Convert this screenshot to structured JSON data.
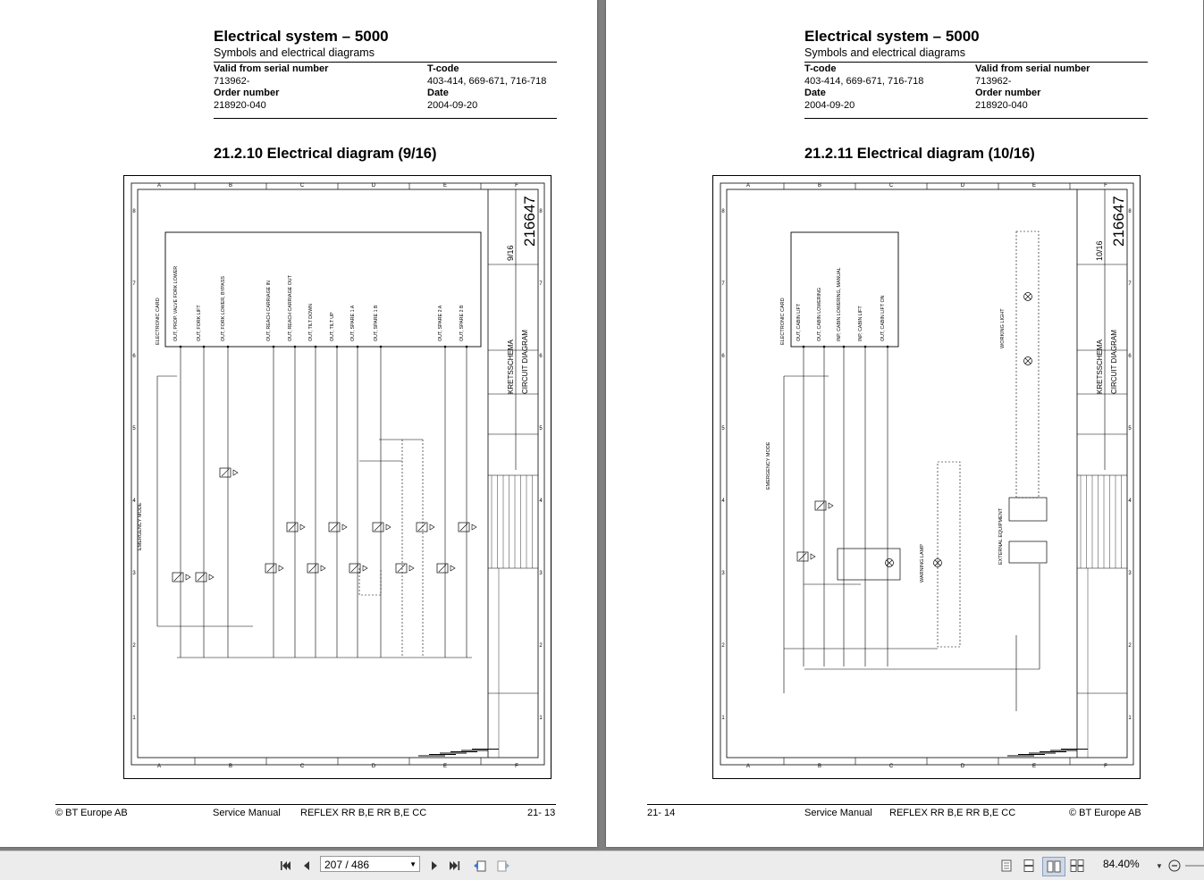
{
  "left_page": {
    "header": {
      "title": "Electrical system – 5000",
      "subtitle": "Symbols and electrical diagrams",
      "c1_label": "Valid from serial number",
      "c1_value": "713962-",
      "c2_label": "T-code",
      "c2_value": "403-414, 669-671, 716-718",
      "c3_label": "Order number",
      "c3_value": "218920-040",
      "c4_label": "Date",
      "c4_value": "2004-09-20"
    },
    "section_title": "21.2.10 Electrical diagram (9/16)",
    "diagram": {
      "drawing_number": "216647",
      "sheet": "9/16",
      "title_sv": "KRETSSCHEMA",
      "title_en": "CIRCUIT DIAGRAM",
      "column_letters": [
        "A",
        "B",
        "C",
        "D",
        "E",
        "F"
      ],
      "row_numbers": [
        "8",
        "7",
        "6",
        "5",
        "4",
        "3",
        "2",
        "1"
      ],
      "card_label": "ELECTRONIC CARD",
      "outputs": [
        "OUT, PROP. VALVE FORK LOWER",
        "OUT, FORK LIFT",
        "OUT, FORK LOWER, BYPASS",
        "OUT, REACH CARRIAGE IN",
        "OUT, REACH CARRIAGE OUT",
        "OUT, TILT DOWN",
        "OUT, TILT UP",
        "OUT, SPARE 1 A",
        "OUT, SPARE 1 B",
        "OUT, SPARE 2 A",
        "OUT, SPARE 2 B"
      ],
      "emergency_label": "EMERGENCY MODE"
    },
    "footer": {
      "left": "© BT Europe AB",
      "middle": "Service Manual",
      "model": "REFLEX RR B,E RR B,E CC",
      "page": "21- 13"
    }
  },
  "right_page": {
    "header": {
      "title": "Electrical system – 5000",
      "subtitle": "Symbols and electrical diagrams",
      "c1_label": "T-code",
      "c1_value": "403-414, 669-671, 716-718",
      "c2_label": "Valid from serial number",
      "c2_value": "713962-",
      "c3_label": "Date",
      "c3_value": "2004-09-20",
      "c4_label": "Order number",
      "c4_value": "218920-040"
    },
    "section_title": "21.2.11 Electrical diagram (10/16)",
    "diagram": {
      "drawing_number": "216647",
      "sheet": "10/16",
      "title_sv": "KRETSSCHEMA",
      "title_en": "CIRCUIT DIAGRAM",
      "column_letters": [
        "A",
        "B",
        "C",
        "D",
        "E",
        "F"
      ],
      "row_numbers": [
        "8",
        "7",
        "6",
        "5",
        "4",
        "3",
        "2",
        "1"
      ],
      "card_label": "ELECTRONIC CARD",
      "outputs": [
        "OUT, CABIN LIFT",
        "OUT, CABIN LOWERING",
        "INP, CABIN LOWERING, MANUAL",
        "INP, CABIN LIFT",
        "OUT, CABIN LIFT ON"
      ],
      "working_light_label": "WORKING LIGHT",
      "warning_lamp_label": "WARNING LAMP",
      "external_label": "EXTERNAL EQUIPMENT",
      "emergency_label": "EMERGENCY MODE"
    },
    "footer": {
      "page": "21- 14",
      "middle": "Service Manual",
      "model": "REFLEX RR B,E RR B,E CC",
      "right": "© BT Europe AB"
    }
  },
  "toolbar": {
    "page_indicator": "207 / 486",
    "zoom": "84.40%",
    "icons": [
      "first-page-icon",
      "prev-page-icon",
      "next-page-icon",
      "last-page-icon",
      "back-icon",
      "forward-icon",
      "single-page-icon",
      "continuous-icon",
      "two-page-icon",
      "two-page-continuous-icon",
      "zoom-out-icon"
    ]
  }
}
